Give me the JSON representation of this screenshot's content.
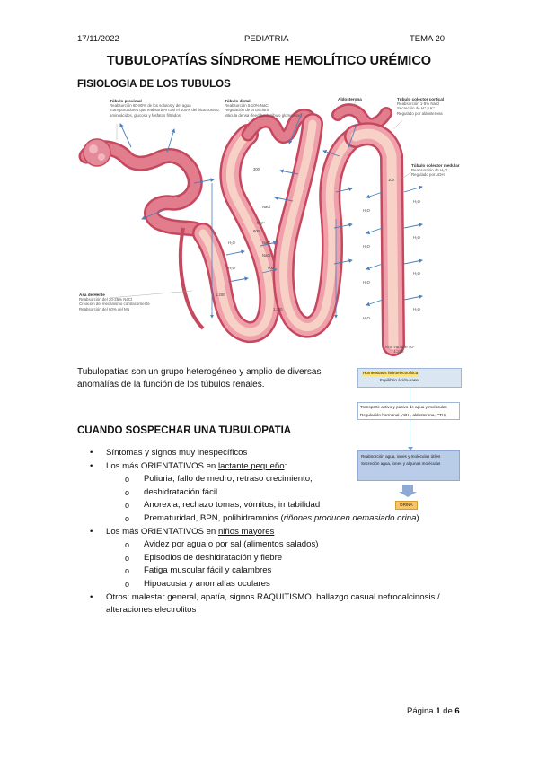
{
  "header": {
    "date": "17/11/2022",
    "subject": "PEDIATRIA",
    "topic": "TEMA 20"
  },
  "title": "TUBULOPATÍAS SÍNDROME HEMOLÍTICO URÉMICO",
  "section1": {
    "heading": "FISIOLOGIA DE LOS TUBULOS"
  },
  "diagram": {
    "labels": {
      "proximal_title": "Túbulo proximal",
      "proximal_items": [
        "Reabsorción 60-80% de los solutos y del agua",
        "Transportadores que reabsorben casi el 100% del bicarbonato, aminoácidos, glucosa y fosfatos filtrados"
      ],
      "distal_title": "Túbulo distal",
      "distal_items": [
        "Reabsorción 5-10% NaCl",
        "Regulación de la calciuria",
        "Mácula densa (feed-back túbulo glomerular)"
      ],
      "aldosterona": "Aldosterona",
      "cortical_title": "Túbulo colector cortical",
      "cortical_items": [
        "Reabsorción 1-5% NaCl",
        "Secreción de H⁺ y K⁺",
        "Regulado por aldosterona"
      ],
      "medular_title": "Túbulo colector medular",
      "medular_items": [
        "Reabsorción de H₂O",
        "Regulado por ADH"
      ],
      "henle_title": "Asa de Henle",
      "henle_items": [
        "Reabsorción del 20-25% NaCl",
        "Creación del mecanismo contracorriente",
        "Reabsorción del 60% del Mg"
      ],
      "orina_final": "Orina variable 50-1.200"
    },
    "markers": [
      "H₂O",
      "NaCl",
      "Mg²⁺",
      "300",
      "600",
      "900",
      "1.200",
      "100"
    ],
    "colors": {
      "tubule": "#e17d8c",
      "tubule_dark": "#c5485e",
      "tubule_light": "#f2b6be",
      "lumen": "#f7d1c6",
      "arrow": "#4a7fc1"
    }
  },
  "intro": {
    "line1": "Tubulopatías son un grupo heterogéneo y amplio de diversas",
    "line2": "anomalías de la función de los túbulos renales."
  },
  "flowchart": {
    "box1_line1": "Homeostasis hidroelectrolítica",
    "box1_line2": "Equilibrio ácido-base",
    "mid_items": [
      "Transporte activo y pasivo de agua y moléculas",
      "Regulación hormonal (ADH, aldosterona, PTH)"
    ],
    "box3_items": [
      "Reabsorción agua, iones y moléculas útiles",
      "Secreción agua, iones y algunas moléculas"
    ],
    "result": "ORINA"
  },
  "section2": {
    "heading": "CUANDO SOSPECHAR UNA TUBULOPATIA"
  },
  "bullets": {
    "b1": "Síntomas y signos muy inespecíficos",
    "b2_pre": "Los más ORIENTATIVOS en ",
    "b2_u": "lactante pequeño",
    "b2_post": ":",
    "b2_subs": [
      "Poliuria, fallo de medro, retraso crecimiento,",
      "Anorexia, rechazo tomas, vómitos, irritabilidad"
    ],
    "b2_sub1_cont": "deshidratación fácil",
    "b2_sub3_pre": "Prematuridad, BPN, polihidramnios (",
    "b2_sub3_it": "riñones producen demasiado orina",
    "b2_sub3_post": ")",
    "b3_pre": "Los más ORIENTATIVOS en ",
    "b3_u": "niños mayores",
    "b3_subs": [
      "Avidez por agua o por sal (alimentos salados)",
      "Episodios de deshidratación y fiebre",
      "Fatiga muscular fácil y calambres",
      "Hipoacusia y anomalías oculares"
    ],
    "b4_line1": "Otros: malestar general, apatía, signos RAQUITISMO, hallazgo casual nefrocalcinosis /",
    "b4_line2": "alteraciones electrolitos"
  },
  "footer": {
    "pre": "Página ",
    "page": "1",
    "mid": " de ",
    "total": "6"
  }
}
